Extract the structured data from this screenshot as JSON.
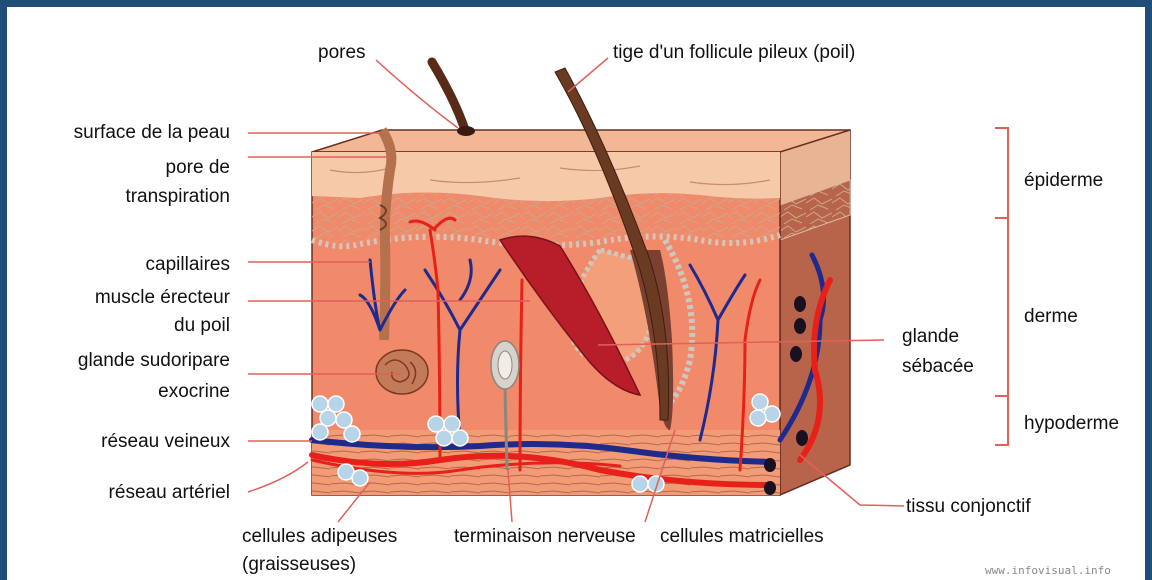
{
  "labels": {
    "pores": "pores",
    "tige": "tige d'un follicule pileux (poil)",
    "surface": "surface de la peau",
    "pore_transpiration_1": "pore de",
    "pore_transpiration_2": "transpiration",
    "capillaires": "capillaires",
    "muscle_1": "muscle érecteur",
    "muscle_2": "du poil",
    "glande_sudoripare_1": "glande sudoripare",
    "glande_sudoripare_2": "exocrine",
    "reseau_veineux": "réseau veineux",
    "reseau_arteriel": "réseau artériel",
    "cellules_adipeuses_1": "cellules adipeuses",
    "cellules_adipeuses_2": "(graisseuses)",
    "terminaison_nerveuse": "terminaison nerveuse",
    "cellules_matricielles": "cellules matricielles",
    "epiderme": "épiderme",
    "derme": "derme",
    "hypoderme": "hypoderme",
    "glande_sebacee_1": "glande",
    "glande_sebacee_2": "sébacée",
    "tissu_conjonctif": "tissu conjonctif"
  },
  "credit": "www.infovisual.info",
  "colors": {
    "frame": "#1f4e79",
    "leader_line": "#e0605a",
    "dermis": "#f08a6a",
    "epidermis": "#f6c9a9",
    "vein": "#1e2a8c",
    "artery": "#e8201a",
    "hair": "#6b3a22",
    "fat_cell": "#b7d4e8"
  }
}
